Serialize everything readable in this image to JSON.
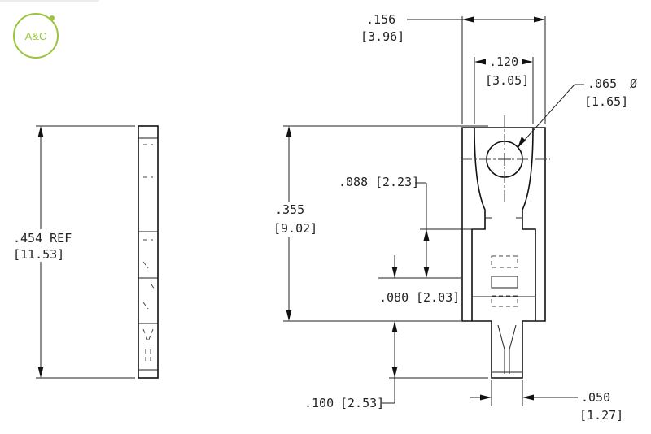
{
  "logo": {
    "text": "A&C",
    "color": "#9bc53d"
  },
  "side_view": {
    "overall_height": {
      "value": ".454 REF",
      "metric": "[11.53]"
    }
  },
  "front_view": {
    "width": {
      "value": ".156",
      "metric": "[3.96]"
    },
    "hole_spacing": {
      "value": ".120",
      "metric": "[3.05]"
    },
    "hole_diameter": {
      "value": ".065",
      "symbol": "Ø",
      "metric": "[1.65]"
    },
    "height": {
      "value": ".355",
      "metric": "[9.02]"
    },
    "neck_depth": {
      "value": ".088",
      "metric": "[2.23]"
    },
    "slot_gap": {
      "value": ".080",
      "metric": "[2.03]"
    },
    "pin_length": {
      "value": ".100",
      "metric": "[2.53]"
    },
    "pin_width": {
      "value": ".050",
      "metric": "[1.27]"
    }
  }
}
